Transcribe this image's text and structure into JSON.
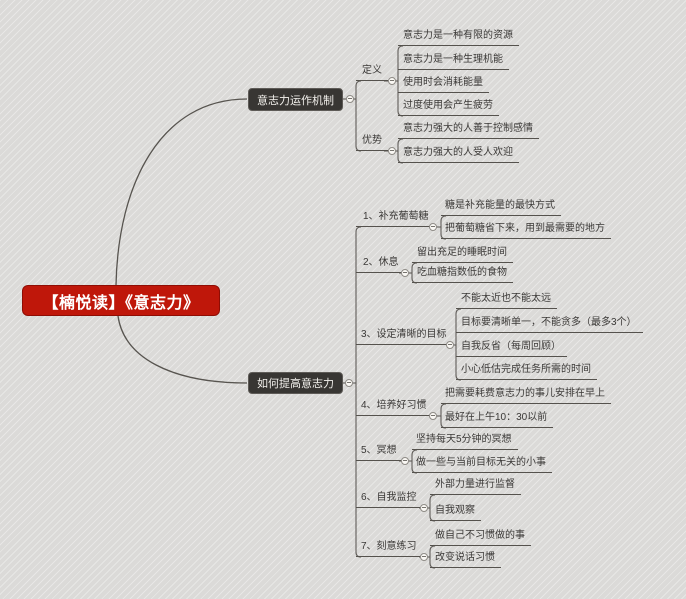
{
  "root": {
    "label": "【楠悦读】《意志力》"
  },
  "colors": {
    "root_bg": "#bf170a",
    "branch_bg": "#383633",
    "line": "#605d59",
    "background": "#dbdad8"
  },
  "branches": [
    {
      "label": "意志力运作机制",
      "children": [
        {
          "label": "定义",
          "children": [
            "意志力是一种有限的资源",
            "意志力是一种生理机能",
            "使用时会消耗能量",
            "过度使用会产生疲劳"
          ]
        },
        {
          "label": "优势",
          "children": [
            "意志力强大的人善于控制感情",
            "意志力强大的人受人欢迎"
          ]
        }
      ]
    },
    {
      "label": "如何提高意志力",
      "children": [
        {
          "label": "1、补充葡萄糖",
          "children": [
            "糖是补充能量的最快方式",
            "把葡萄糖省下来，用到最需要的地方"
          ]
        },
        {
          "label": "2、休息",
          "children": [
            "留出充足的睡眠时间",
            "吃血糖指数低的食物"
          ]
        },
        {
          "label": "3、设定清晰的目标",
          "children": [
            "不能太近也不能太远",
            "目标要清晰单一，不能贪多（最多3个）",
            "自我反省（每周回顾）",
            "小心低估完成任务所需的时间"
          ]
        },
        {
          "label": "4、培养好习惯",
          "children": [
            "把需要耗费意志力的事儿安排在早上",
            "最好在上午10：30以前"
          ]
        },
        {
          "label": "5、冥想",
          "children": [
            "坚持每天5分钟的冥想",
            "做一些与当前目标无关的小事"
          ]
        },
        {
          "label": "6、自我监控",
          "children": [
            "外部力量进行监督",
            "自我观察"
          ]
        },
        {
          "label": "7、刻意练习",
          "children": [
            "做自己不习惯做的事",
            "改变说话习惯"
          ]
        }
      ]
    }
  ]
}
